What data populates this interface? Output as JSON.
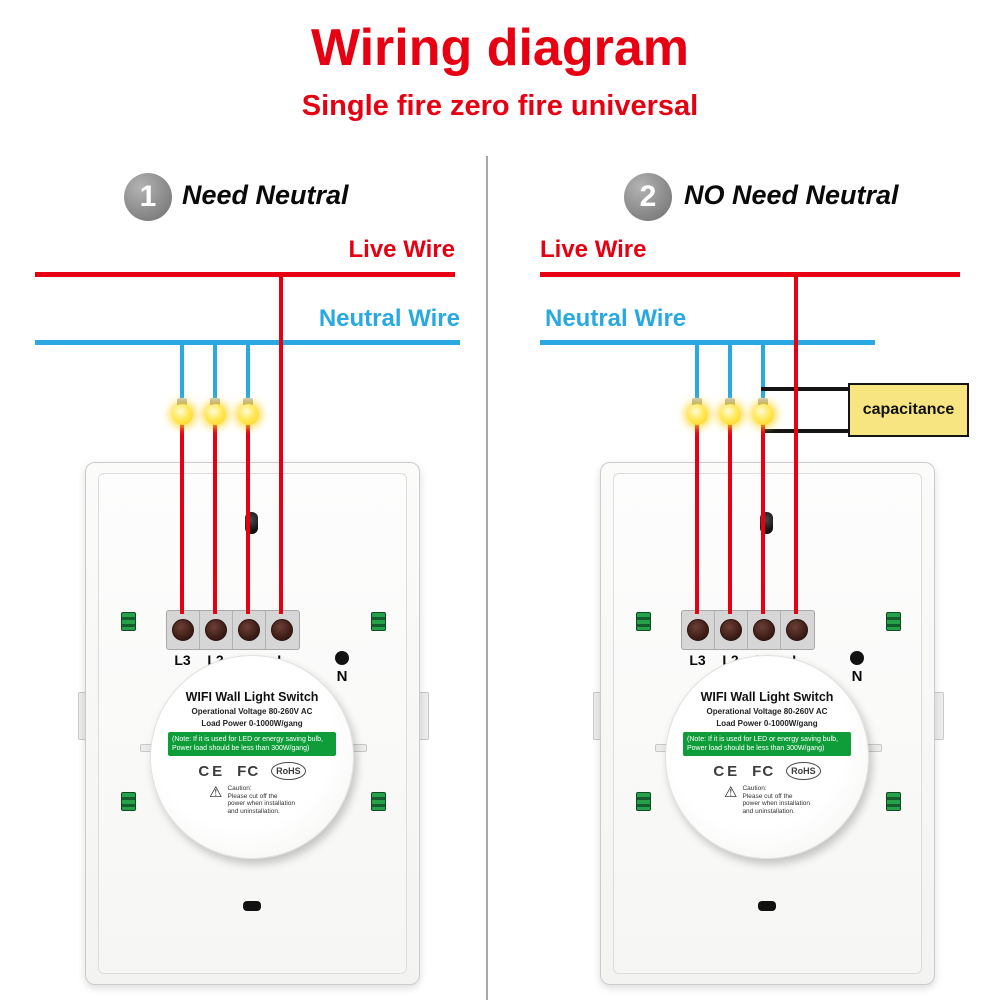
{
  "header": {
    "title": "Wiring diagram",
    "subtitle": "Single fire zero fire universal"
  },
  "panels": [
    {
      "step_number": "1",
      "step_label": "Need Neutral",
      "live_wire_label": "Live Wire",
      "neutral_wire_label": "Neutral Wire"
    },
    {
      "step_number": "2",
      "step_label": "NO Need Neutral",
      "live_wire_label": "Live Wire",
      "neutral_wire_label": "Neutral Wire",
      "capacitance_label": "capacitance"
    }
  ],
  "switch_module": {
    "title": "WIFI Wall Light Switch",
    "spec_voltage": "Operational Voltage  80-260V AC",
    "spec_power": "Load Power 0-1000W/gang",
    "note": "(Note:  If it is used for LED or energy saving bulb, Power load should be less than 300W/gang)",
    "terminal_labels": [
      "L3",
      "L2",
      "L1",
      "L"
    ],
    "neutral_label": "N",
    "cert_marks": [
      "CE",
      "FC",
      "RoHS"
    ],
    "caution_lines": [
      "Caution:",
      "Please cut off the",
      "power when installation",
      "and uninstallation."
    ]
  },
  "colors": {
    "accent_red": "#e60012",
    "wire_blue": "#29a9e1",
    "bulb_yellow": "#ffd012",
    "note_green": "#0f9d3a",
    "capacitance_bg": "#f6e580",
    "clip_green": "#27a04a"
  }
}
